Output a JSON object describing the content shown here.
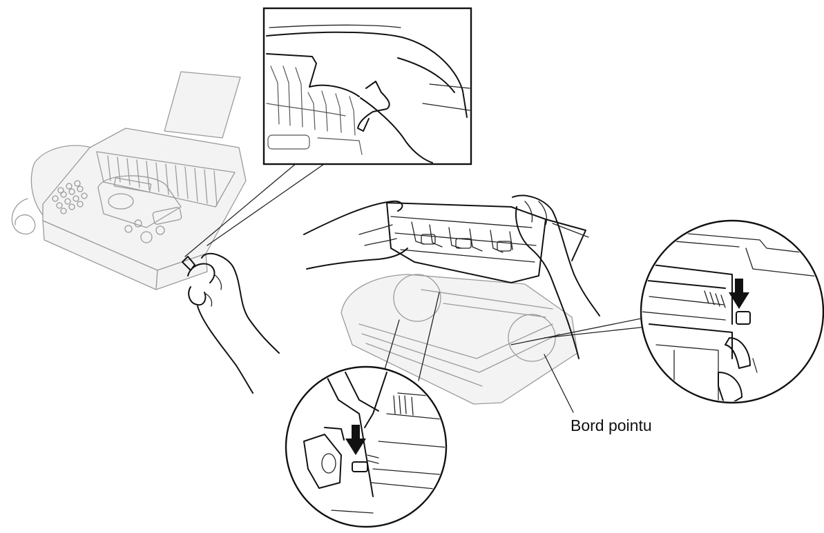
{
  "labels": {
    "bord_pointu": "Bord pointu"
  },
  "figure": {
    "elements": [
      "fax-machine-icon",
      "hand-pulling-lever-icon",
      "lever-detail-callout",
      "opened-cover-with-hands-icon",
      "left-gear-detail-callout",
      "right-gear-detail-callout",
      "down-arrow-icon"
    ],
    "colors": {
      "ink": "#111111",
      "faint_outline": "#9a9a9a",
      "background": "#ffffff"
    }
  }
}
